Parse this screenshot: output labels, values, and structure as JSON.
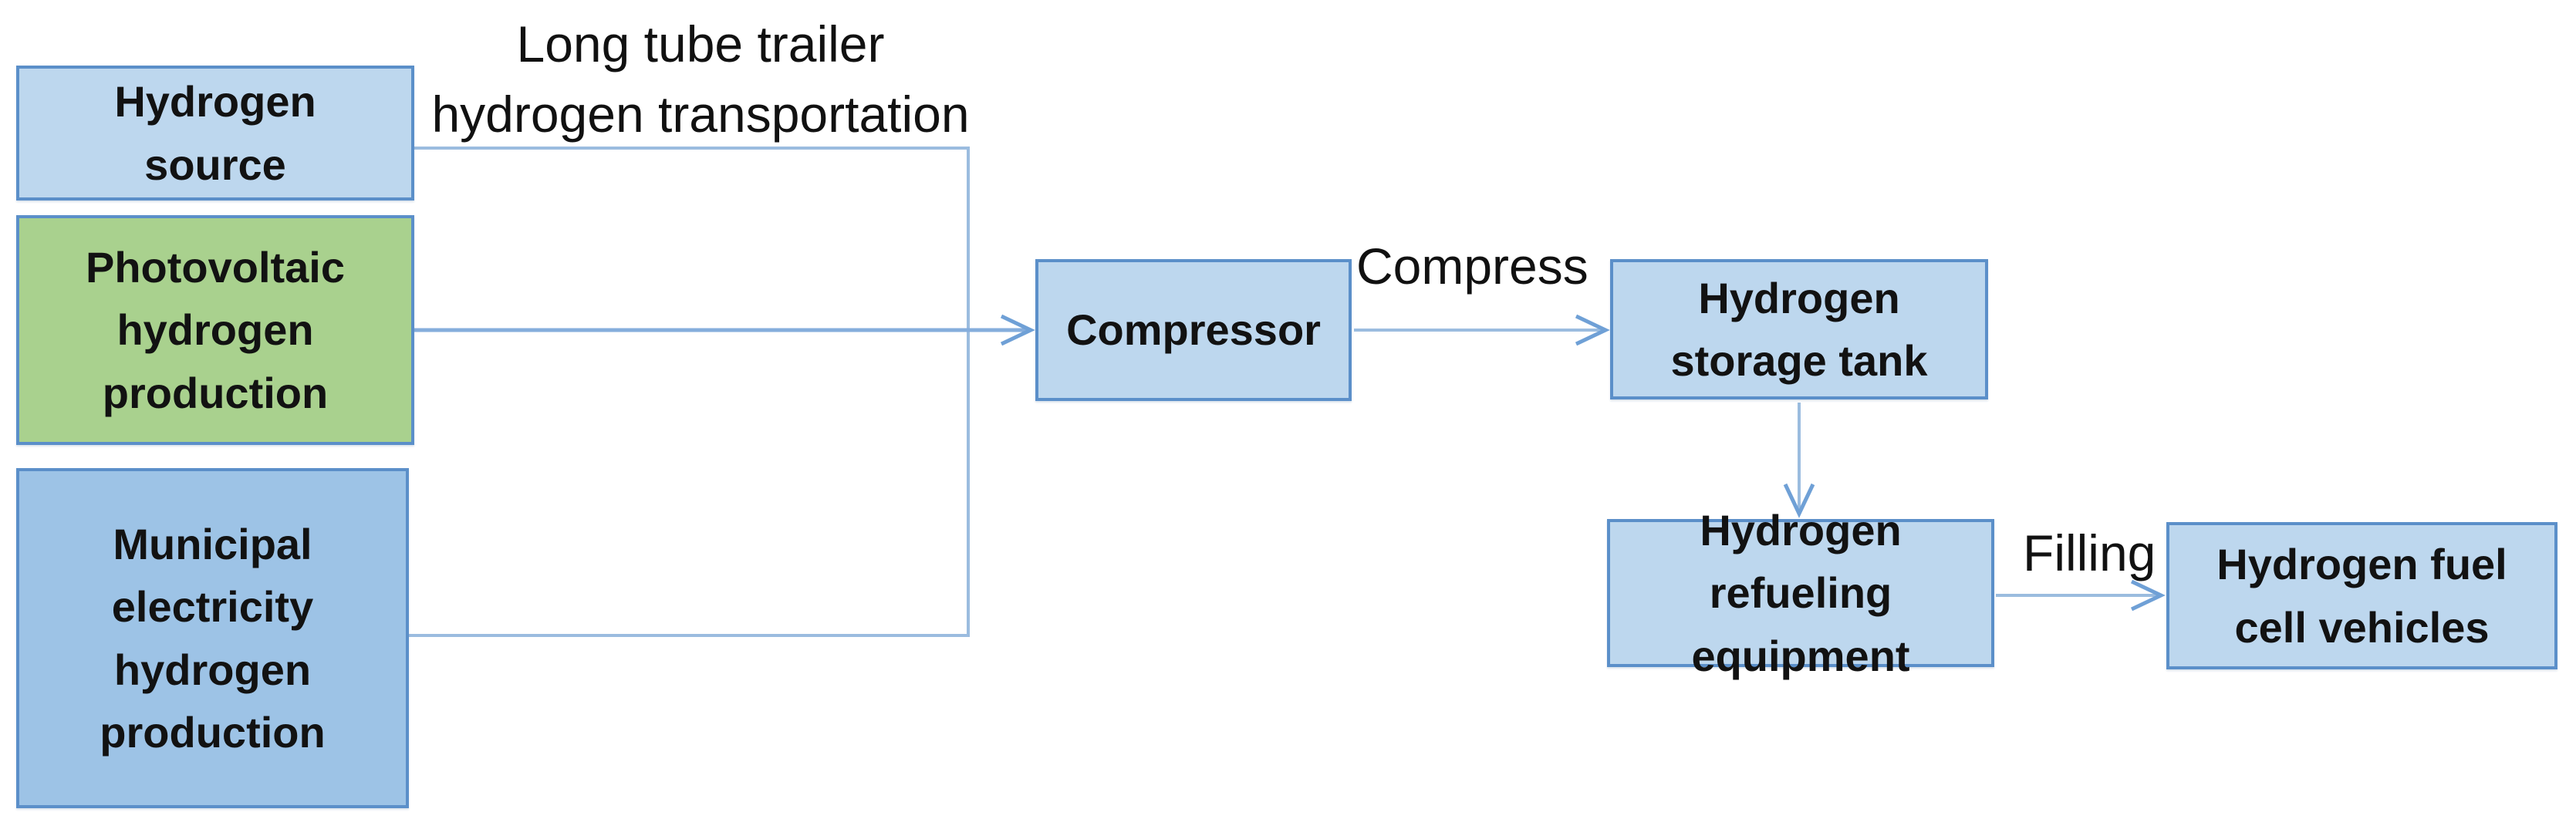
{
  "diagram": {
    "nodes": {
      "hydrogen_source": {
        "label": "Hydrogen\nsource",
        "fill": "#BDD7EE"
      },
      "photovoltaic": {
        "label": "Photovoltaic\nhydrogen\nproduction",
        "fill": "#A9D18E"
      },
      "municipal": {
        "label": "Municipal\nelectricity\nhydrogen\nproduction",
        "fill": "#9DC3E6"
      },
      "compressor": {
        "label": "Compressor",
        "fill": "#BDD7EE"
      },
      "storage_tank": {
        "label": "Hydrogen\nstorage tank",
        "fill": "#BDD7EE"
      },
      "refueling_equipment": {
        "label": "Hydrogen\nrefueling\nequipment",
        "fill": "#BDD7EE"
      },
      "fuel_cell_vehicles": {
        "label": "Hydrogen fuel\ncell vehicles",
        "fill": "#BDD7EE"
      }
    },
    "edge_labels": {
      "trailer_transport": "Long tube trailer\nhydrogen transportation",
      "compress": "Compress",
      "filling": "Filling"
    },
    "colors": {
      "box_border": "#5B8FC9",
      "connector_line": "#9BBCDF",
      "arrow_accent": "#6FA0D6",
      "text": "#111111"
    }
  }
}
